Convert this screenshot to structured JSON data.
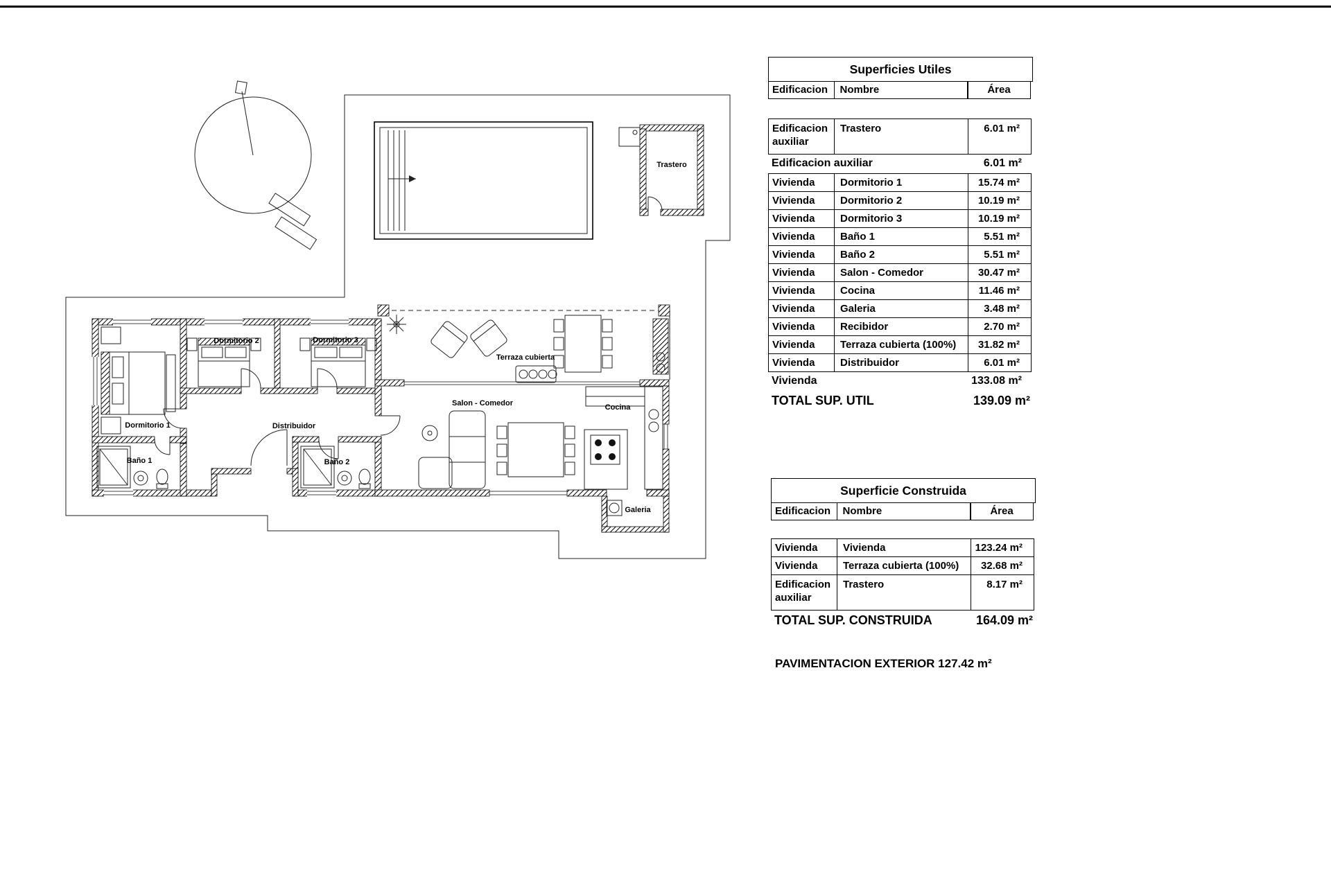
{
  "floorplan": {
    "rooms": {
      "trastero": "Trastero",
      "dormitorio1": "Dormitorio 1",
      "dormitorio2": "Dormitorio 2",
      "dormitorio3": "Dormitorio 3",
      "bano1": "Baño 1",
      "bano2": "Baño 2",
      "distribuidor": "Distribuidor",
      "salon_comedor": "Salon - Comedor",
      "cocina": "Cocina",
      "terraza_cubierta": "Terraza cubierta",
      "galeria": "Galeria"
    }
  },
  "utiles": {
    "title": "Superficies Utiles",
    "headers": {
      "edificacion": "Edificacion",
      "nombre": "Nombre",
      "area": "Área"
    },
    "rows": [
      {
        "edificacion": "Edificacion auxiliar",
        "nombre": "Trastero",
        "area": "6.01 m²"
      },
      {
        "edificacion": "Vivienda",
        "nombre": "Dormitorio 1",
        "area": "15.74 m²"
      },
      {
        "edificacion": "Vivienda",
        "nombre": "Dormitorio 2",
        "area": "10.19 m²"
      },
      {
        "edificacion": "Vivienda",
        "nombre": "Dormitorio 3",
        "area": "10.19 m²"
      },
      {
        "edificacion": "Vivienda",
        "nombre": "Baño 1",
        "area": "5.51 m²"
      },
      {
        "edificacion": "Vivienda",
        "nombre": "Baño 2",
        "area": "5.51 m²"
      },
      {
        "edificacion": "Vivienda",
        "nombre": "Salon - Comedor",
        "area": "30.47 m²"
      },
      {
        "edificacion": "Vivienda",
        "nombre": "Cocina",
        "area": "11.46 m²"
      },
      {
        "edificacion": "Vivienda",
        "nombre": "Galeria",
        "area": "3.48 m²"
      },
      {
        "edificacion": "Vivienda",
        "nombre": "Recibidor",
        "area": "2.70 m²"
      },
      {
        "edificacion": "Vivienda",
        "nombre": "Terraza cubierta (100%)",
        "area": "31.82 m²"
      },
      {
        "edificacion": "Vivienda",
        "nombre": "Distribuidor",
        "area": "6.01 m²"
      }
    ],
    "subtotal_auxiliar": {
      "label": "Edificacion auxiliar",
      "value": "6.01 m²"
    },
    "subtotal_vivienda": {
      "label": "Vivienda",
      "value": "133.08 m²"
    },
    "total": {
      "label": "TOTAL SUP. UTIL",
      "value": "139.09 m²"
    }
  },
  "construida": {
    "title": "Superficie Construida",
    "headers": {
      "edificacion": "Edificacion",
      "nombre": "Nombre",
      "area": "Área"
    },
    "rows": [
      {
        "edificacion": "Vivienda",
        "nombre": "Vivienda",
        "area": "123.24 m²"
      },
      {
        "edificacion": "Vivienda",
        "nombre": "Terraza cubierta (100%)",
        "area": "32.68 m²"
      },
      {
        "edificacion": "Edificacion auxiliar",
        "nombre": "Trastero",
        "area": "8.17 m²"
      }
    ],
    "total": {
      "label": "TOTAL SUP. CONSTRUIDA",
      "value": "164.09 m²"
    }
  },
  "footer": {
    "pavimentacion": "PAVIMENTACION EXTERIOR 127.42 m²"
  },
  "colors": {
    "ink": "#000000",
    "background": "#ffffff"
  }
}
